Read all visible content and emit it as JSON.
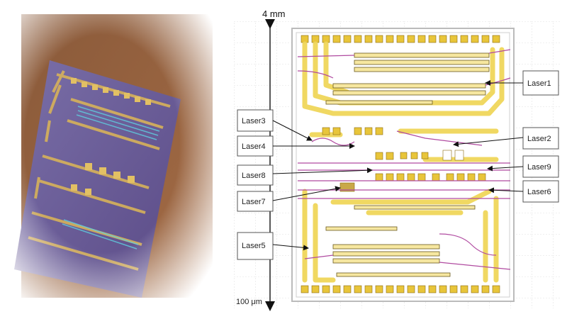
{
  "figure": {
    "dimension_label": "4 mm",
    "scale_note": "100 μm",
    "labels": {
      "laser1": "Laser1",
      "laser2": "Laser2",
      "laser3": "Laser3",
      "laser4": "Laser4",
      "laser5": "Laser5",
      "laser6": "Laser6",
      "laser7": "Laser7",
      "laser8": "Laser8",
      "laser9": "Laser9"
    }
  },
  "colors": {
    "pad_yellow": "#e8c53a",
    "trace_yellow": "#f0d65a",
    "waveguide_magenta": "#b04aa0",
    "grid_gray": "#d6d6d6",
    "chip_purple": "#6e5a8c",
    "chip_gold": "#d7b25a"
  }
}
